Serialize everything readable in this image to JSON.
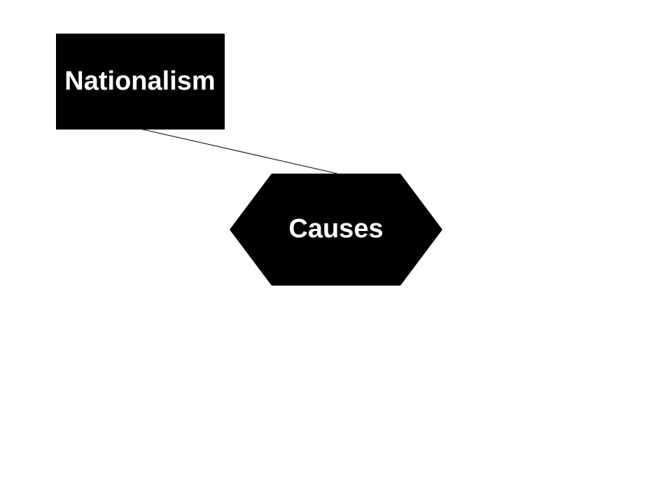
{
  "diagram": {
    "nodes": {
      "nationalism": {
        "label": "Nationalism",
        "shape": "rectangle"
      },
      "causes": {
        "label": "Causes",
        "shape": "hexagon"
      }
    },
    "edges": [
      {
        "from": "nationalism",
        "to": "causes"
      }
    ],
    "colors": {
      "background": "#ffffff",
      "node_fill": "#000000",
      "node_text": "#ffffff",
      "edge": "#000000"
    }
  }
}
